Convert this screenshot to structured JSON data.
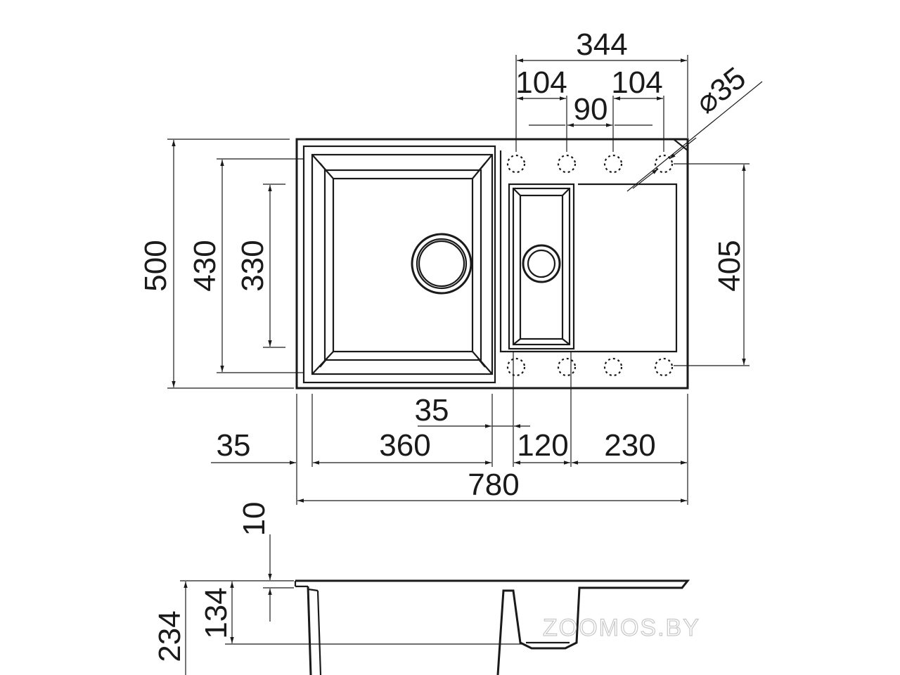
{
  "dimensions": {
    "overall_width": "780",
    "overall_depth": "500",
    "bowl_depth_outer": "430",
    "bowl_depth_inner": "330",
    "drainer_depth": "405",
    "tap_hole_span": "344",
    "tap_hole_offset_left": "104",
    "tap_hole_offset_right": "104",
    "tap_hole_center_gap": "90",
    "tap_hole_diameter": "⌀35",
    "left_margin": "35",
    "main_bowl_width": "360",
    "bowl_gap": "35",
    "small_bowl_width": "120",
    "drainer_width": "230",
    "rim_thickness": "10",
    "small_bowl_height": "134",
    "main_bowl_height": "234"
  },
  "watermark": "ZOOMOS.BY"
}
